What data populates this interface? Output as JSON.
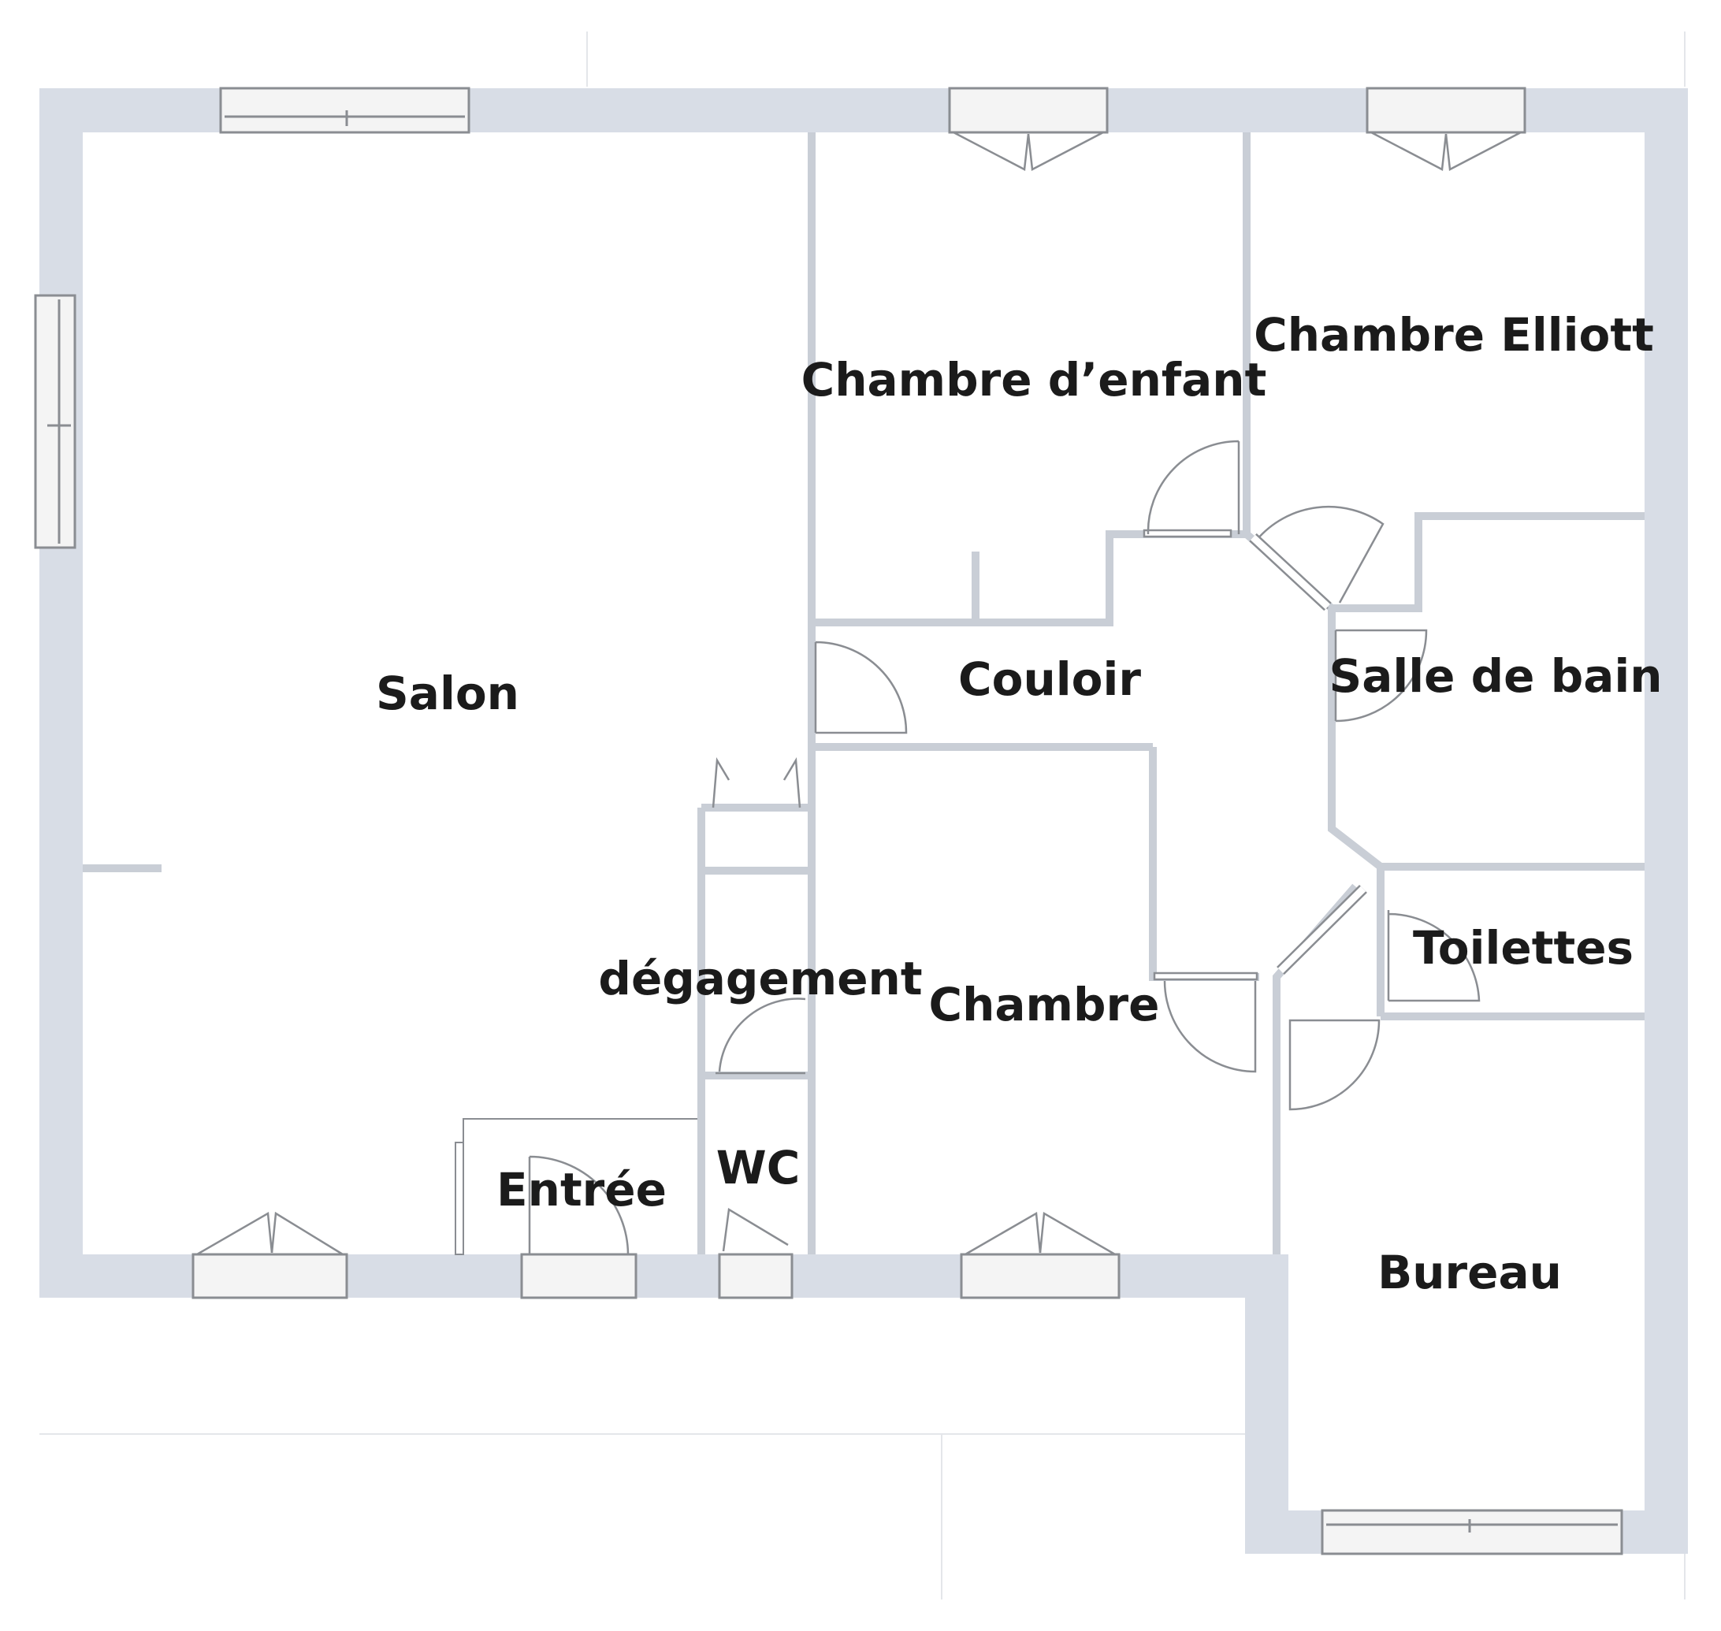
{
  "plan": {
    "wall_color": "#d8dde6",
    "fixture_stroke": "#8a8d92",
    "line_color": "#c9ced6",
    "rooms": [
      {
        "id": "salon",
        "label": "Salon"
      },
      {
        "id": "chambre-enfant",
        "label": "Chambre d’enfant"
      },
      {
        "id": "chambre-elliott",
        "label": "Chambre Elliott"
      },
      {
        "id": "couloir",
        "label": "Couloir"
      },
      {
        "id": "salle-de-bain",
        "label": "Salle de bain"
      },
      {
        "id": "toilettes",
        "label": "Toilettes"
      },
      {
        "id": "degagement",
        "label": "dégagement"
      },
      {
        "id": "chambre",
        "label": "Chambre"
      },
      {
        "id": "wc",
        "label": "WC"
      },
      {
        "id": "entree",
        "label": "Entrée"
      },
      {
        "id": "bureau",
        "label": "Bureau"
      }
    ]
  }
}
